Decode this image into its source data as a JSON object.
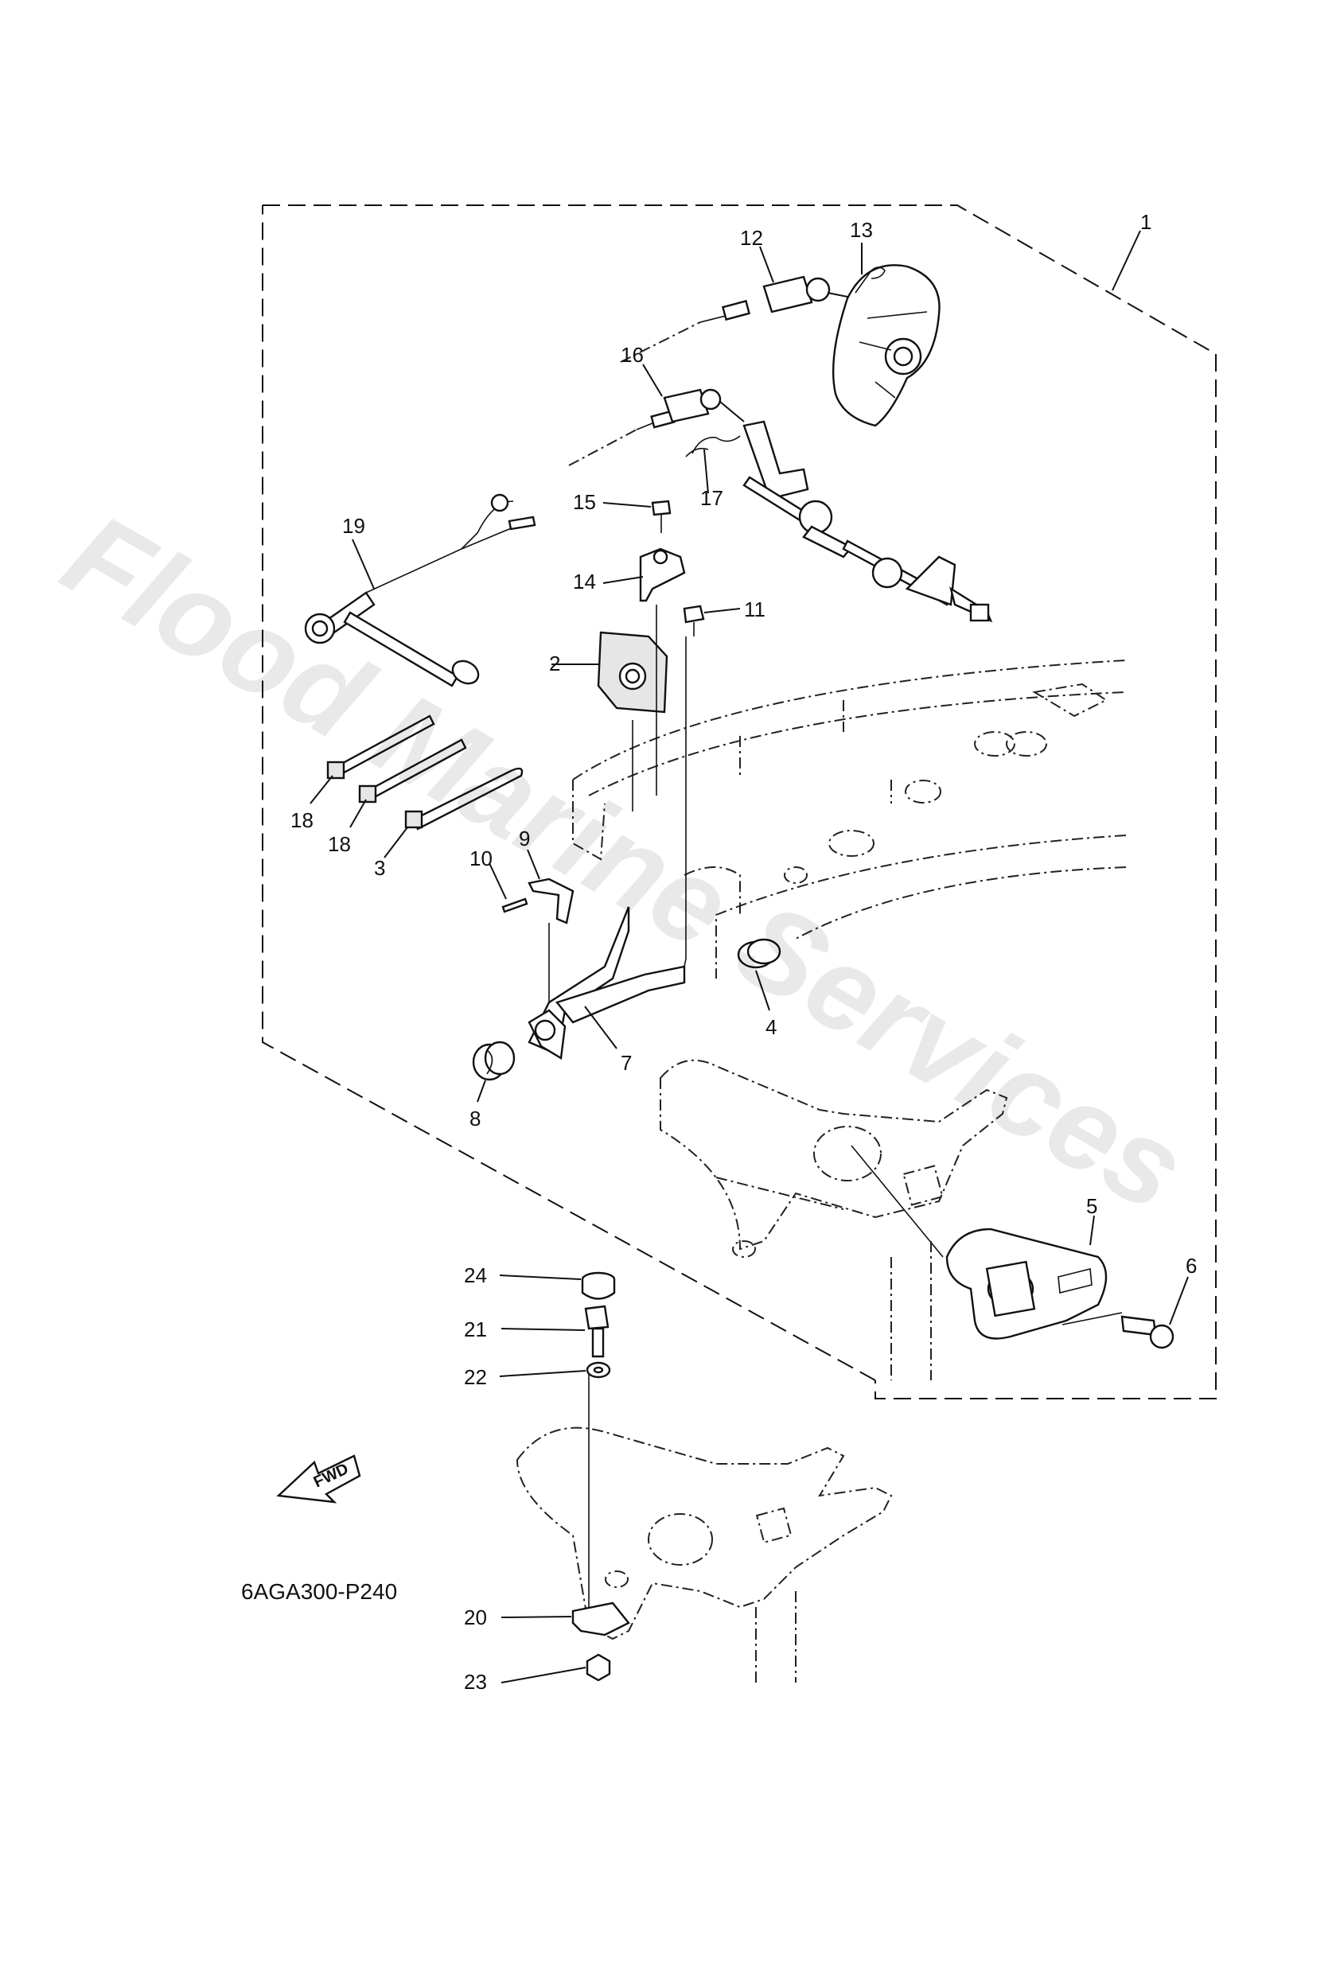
{
  "diagram_code": "6AGA300-P240",
  "fwd_label": "FWD",
  "watermark": "Flood Marine Services",
  "labels": {
    "l1": "1",
    "l2": "2",
    "l3": "3",
    "l4": "4",
    "l5": "5",
    "l6": "6",
    "l7": "7",
    "l8": "8",
    "l9": "9",
    "l10": "10",
    "l11": "11",
    "l12": "12",
    "l13": "13",
    "l14": "14",
    "l15": "15",
    "l16": "16",
    "l17": "17",
    "l18a": "18",
    "l18b": "18",
    "l19": "19",
    "l20": "20",
    "l21": "21",
    "l22": "22",
    "l23": "23",
    "l24": "24"
  }
}
